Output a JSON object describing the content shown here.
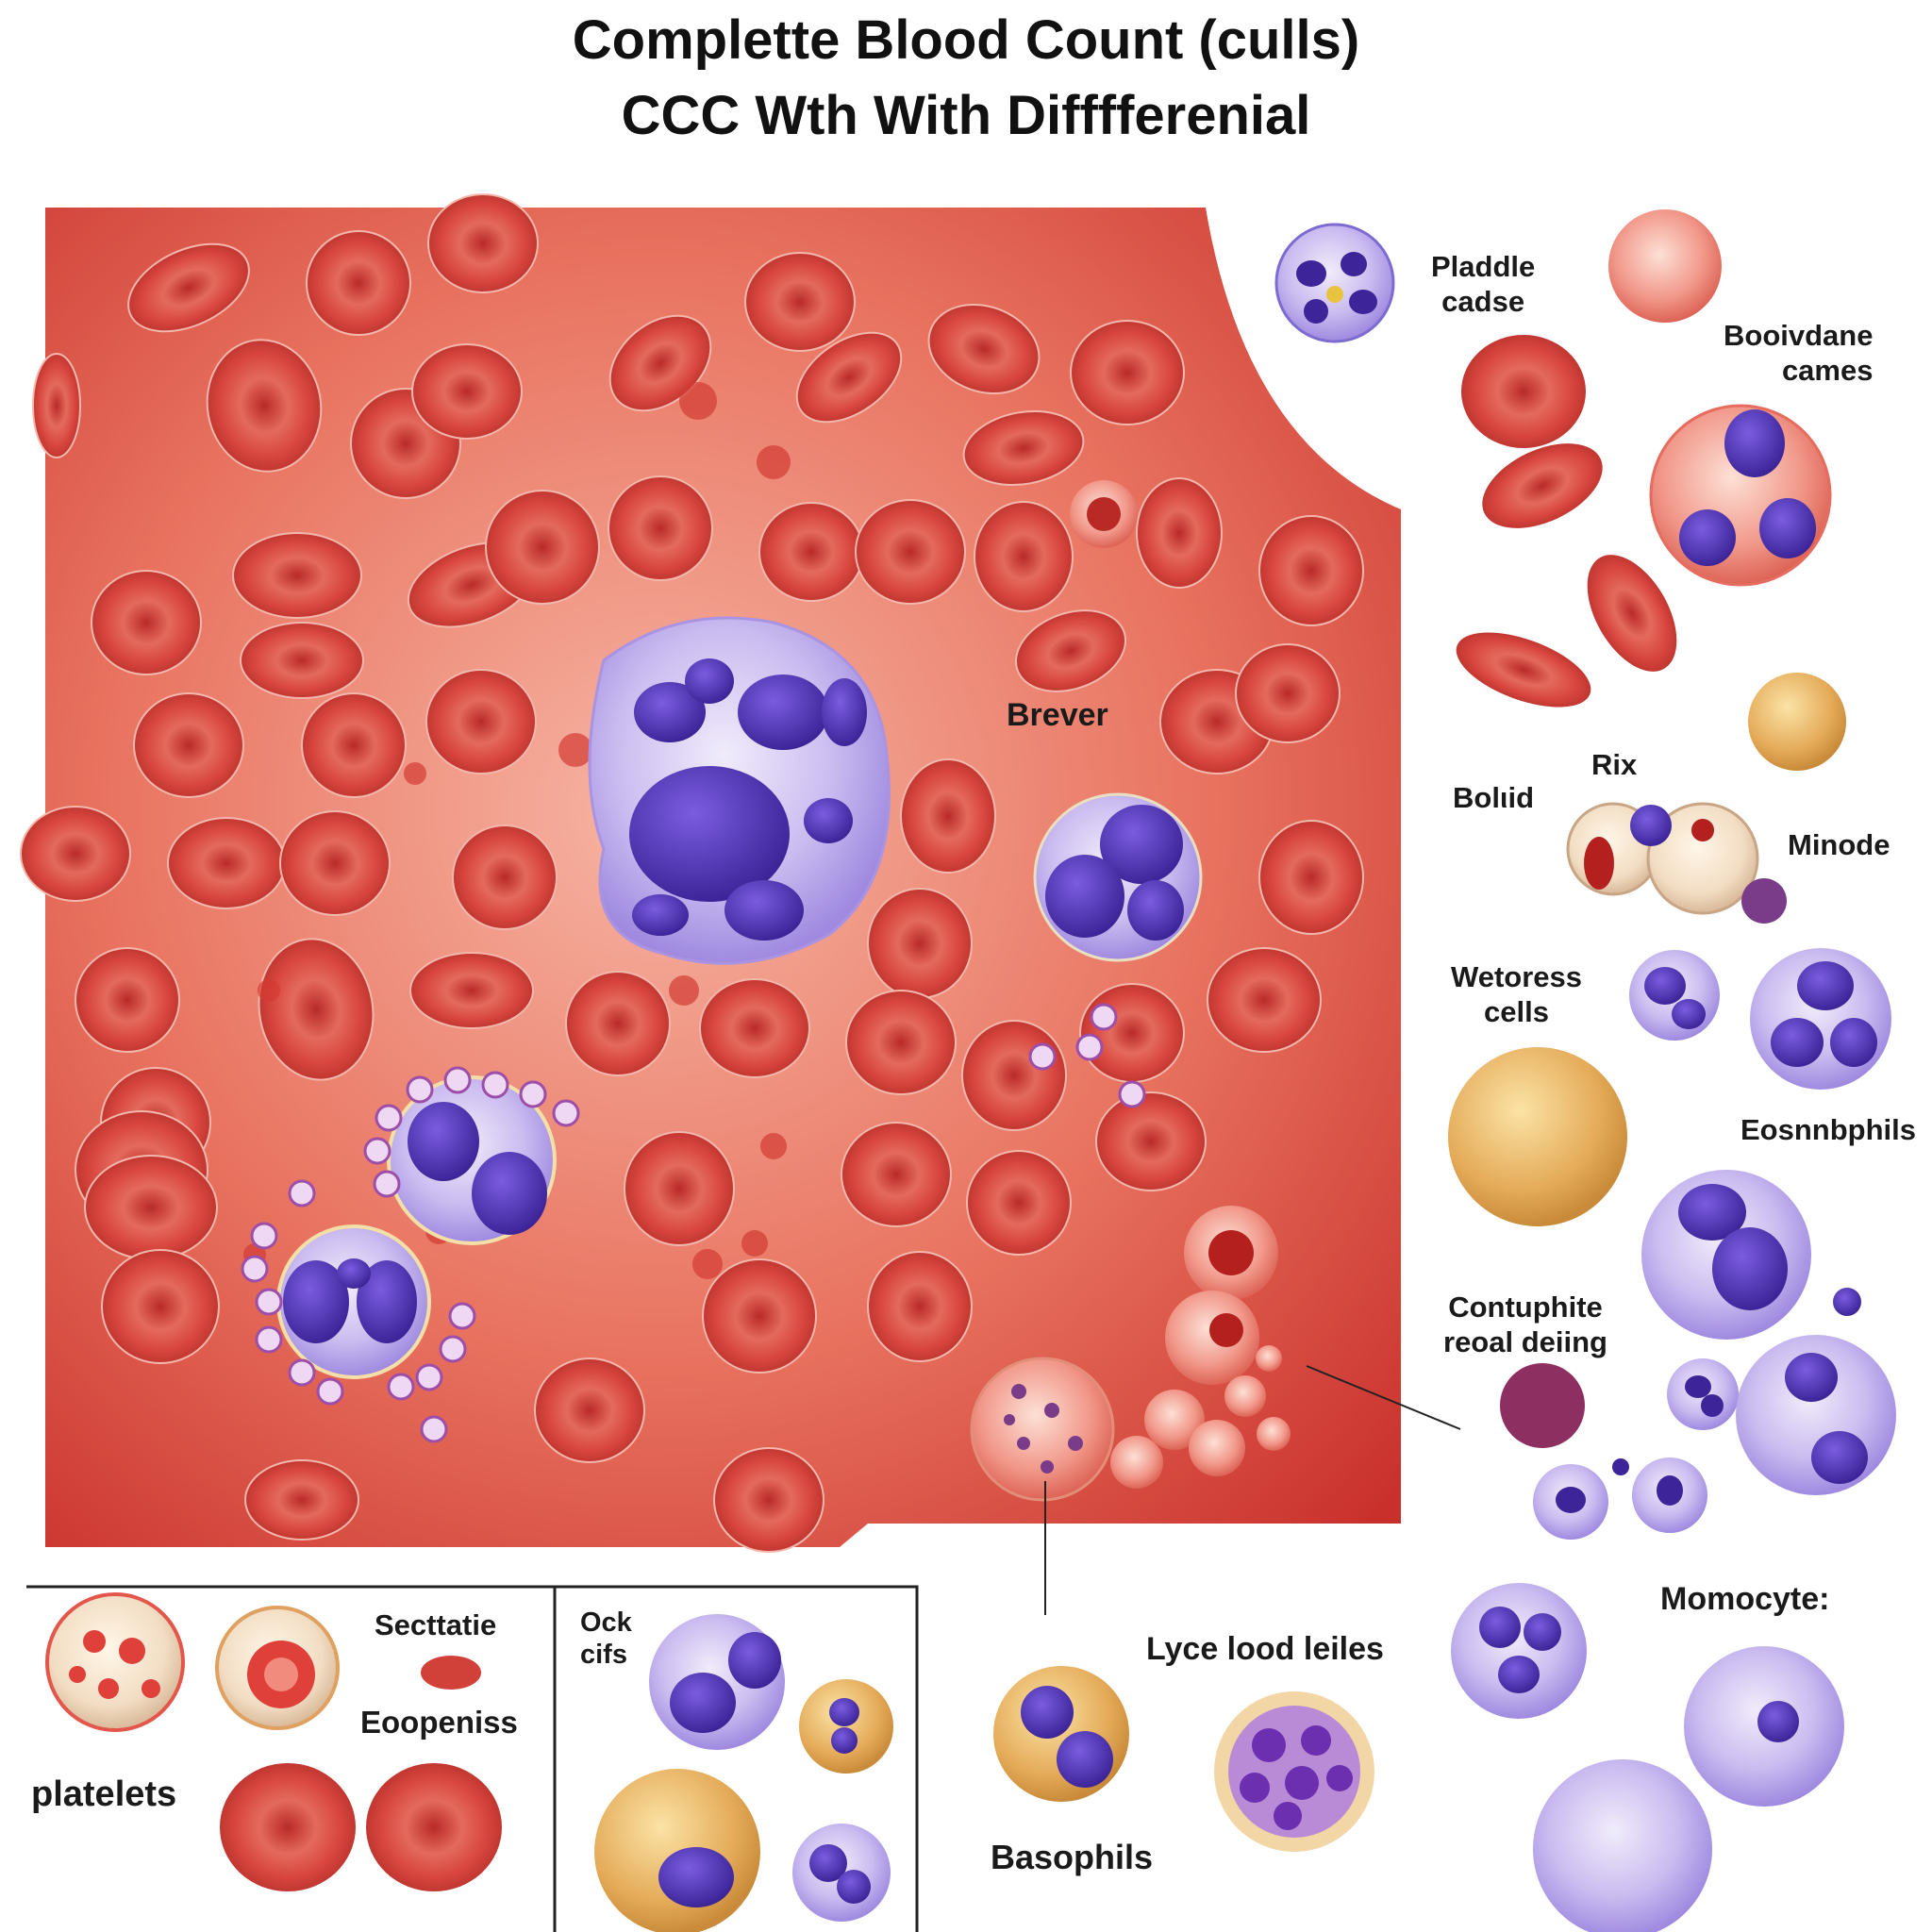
{
  "title": {
    "line1": "Complette Blood Count (culls)",
    "line2": "CCC Wth With Difffferenial"
  },
  "labels": {
    "pladdle_1": "Pladdle",
    "pladdle_2": "cadse",
    "booivdane_1": "Booivdane",
    "booivdane_2": "cames",
    "brever": "Brever",
    "rix": "Rix",
    "bolid": "Bolιid",
    "minode": "Minode",
    "wetoress_1": "Wetoress",
    "wetoress_2": "cells",
    "eosinophils": "Eosnnbphils",
    "contuphite_1": "Contuphite",
    "contuphite_2": "reoal deiing",
    "momocyte": "Momocyte:",
    "lyce": "Lyce lood leiles",
    "basophils": "Basophils",
    "sectatie": "Secttatie",
    "eoopeniss": "Eoopeniss",
    "platelets": "platelets",
    "ock_1": "Ock",
    "ock_2": "cifs"
  },
  "colors": {
    "blood_bg": "#d9473f",
    "rbc": "#d2403a",
    "nucleus": "#5a3bc0",
    "wbc_cytoplasm": "#c9b8ee",
    "eosinophil": "#e6b56a"
  }
}
